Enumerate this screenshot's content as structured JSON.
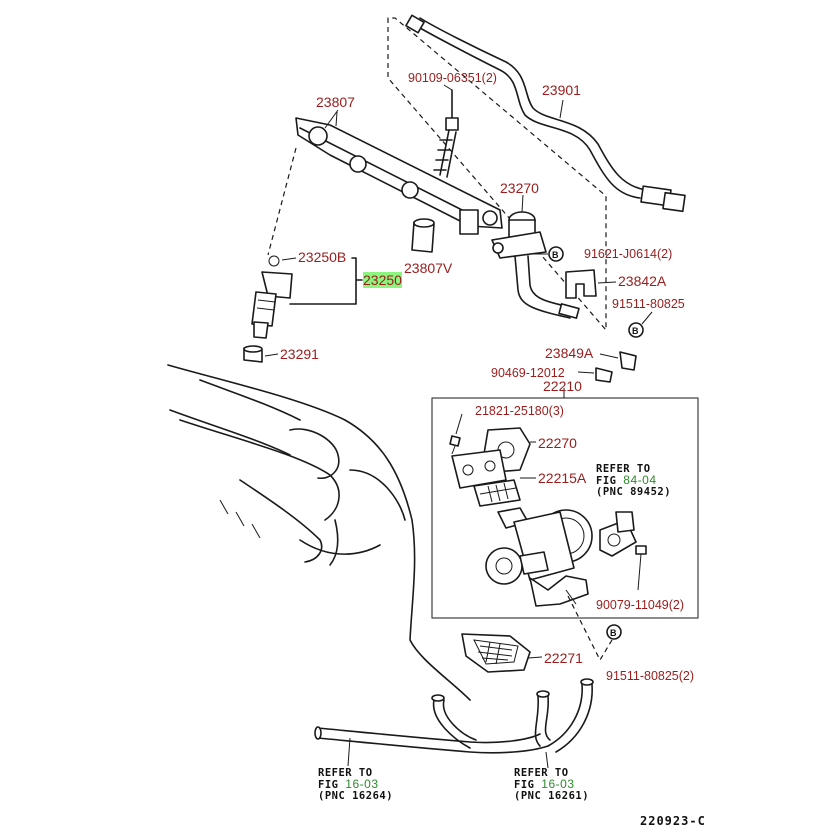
{
  "parts": {
    "p23807": "23807",
    "p90109": "90109-06351(2)",
    "p23901": "23901",
    "p23270": "23270",
    "p91621": "91621-J0614(2)",
    "p23250b": "23250B",
    "p23250": "23250",
    "p23807v": "23807V",
    "p23842a": "23842A",
    "p91511a": "91511-80825",
    "p23291": "23291",
    "p23849a": "23849A",
    "p90469": "90469-12012",
    "p22210": "22210",
    "p21821": "21821-25180(3)",
    "p22270": "22270",
    "p22215a": "22215A",
    "p90079": "90079-11049(2)",
    "p22271": "22271",
    "p91511b": "91511-80825(2)"
  },
  "refs": {
    "r1": {
      "line1": "REFER TO",
      "fig_prefix": "FIG",
      "fig": "84-04",
      "pnc": "(PNC 89452)"
    },
    "r2": {
      "line1": "REFER TO",
      "fig_prefix": "FIG",
      "fig": "16-03",
      "pnc": "(PNC 16264)"
    },
    "r3": {
      "line1": "REFER TO",
      "fig_prefix": "FIG",
      "fig": "16-03",
      "pnc": "(PNC 16261)"
    }
  },
  "diagram_code": "220923-C",
  "highlight_color": "#8cf57e",
  "label_color": "#9b1c1c",
  "link_color": "#2f8a2f"
}
